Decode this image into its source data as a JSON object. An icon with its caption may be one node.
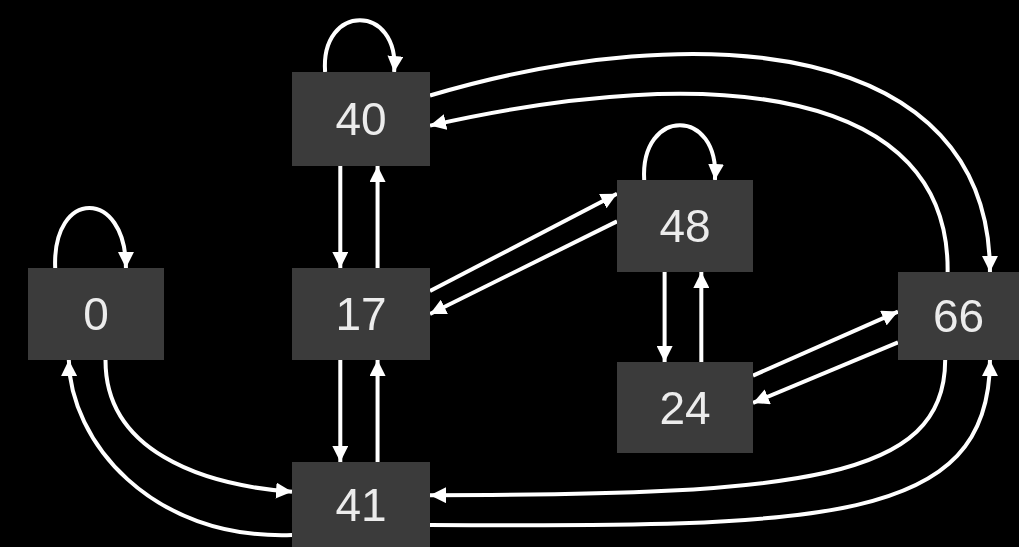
{
  "diagram": {
    "nodes": [
      {
        "text": [
          "40"
        ]
      },
      {
        "text": [
          "48"
        ]
      },
      {
        "text": [
          "0"
        ]
      },
      {
        "text": [
          "17"
        ]
      },
      {
        "text": [
          "66"
        ]
      },
      {
        "text": [
          "24"
        ]
      },
      {
        "text": [
          "41"
        ]
      }
    ],
    "edges": [
      {
        "from": 0,
        "to": 0,
        "arrow": "to"
      },
      {
        "from": 1,
        "to": 1,
        "arrow": "to"
      },
      {
        "from": 2,
        "to": 2,
        "arrow": "to"
      },
      {
        "from": 0,
        "to": 3,
        "arrow": "to"
      },
      {
        "from": 3,
        "to": 0,
        "arrow": "to"
      },
      {
        "from": 3,
        "to": 6,
        "arrow": "to"
      },
      {
        "from": 6,
        "to": 3,
        "arrow": "to"
      },
      {
        "from": 3,
        "to": 1,
        "arrow": "to"
      },
      {
        "from": 1,
        "to": 3,
        "arrow": "to"
      },
      {
        "from": 1,
        "to": 5,
        "arrow": "to"
      },
      {
        "from": 5,
        "to": 1,
        "arrow": "to"
      },
      {
        "from": 5,
        "to": 4,
        "arrow": "to"
      },
      {
        "from": 4,
        "to": 5,
        "arrow": "to"
      },
      {
        "from": 0,
        "to": 4,
        "arrow": "to"
      },
      {
        "from": 4,
        "to": 0,
        "arrow": "to"
      },
      {
        "from": 6,
        "to": 2,
        "arrow": "to"
      },
      {
        "from": 2,
        "to": 6,
        "arrow": "to"
      },
      {
        "from": 4,
        "to": 6,
        "arrow": "to"
      },
      {
        "from": 6,
        "to": 4,
        "arrow": "to"
      }
    ]
  }
}
